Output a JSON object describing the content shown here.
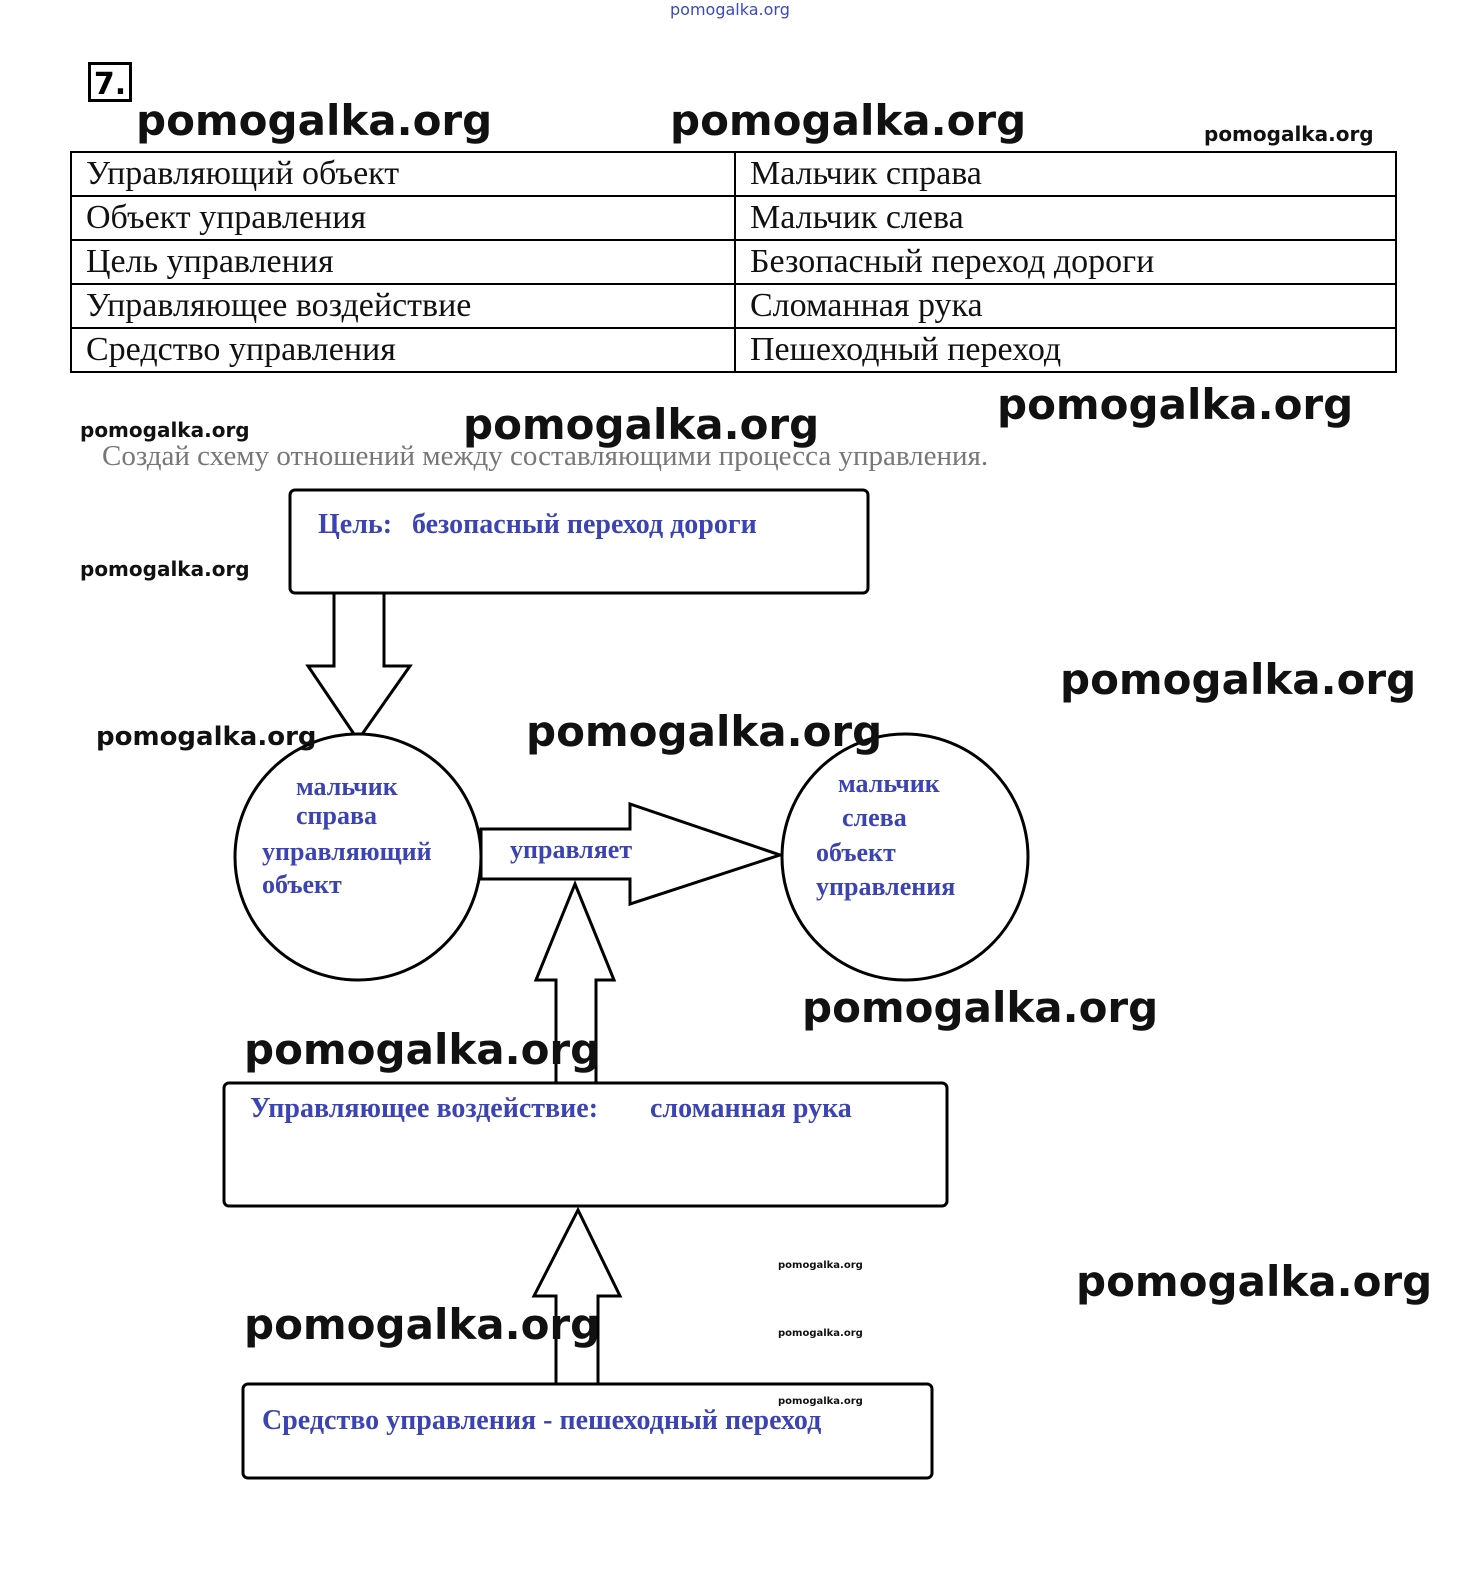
{
  "header": {
    "top_watermark": "pomogalka.org",
    "task_number": "7."
  },
  "table": {
    "rows": [
      {
        "term": "Управляющий объект",
        "value": "Мальчик справа"
      },
      {
        "term": "Объект управления",
        "value": "Мальчик слева"
      },
      {
        "term": "Цель управления",
        "value": "Безопасный переход дороги"
      },
      {
        "term": "Управляющее воздействие",
        "value": "Сломанная рука"
      },
      {
        "term": "Средство управления",
        "value": "Пешеходный переход"
      }
    ]
  },
  "instruction": "Создай схему отношений между составляющими процесса управления.",
  "diagram": {
    "goal_label": "Цель:",
    "goal_value": "безопасный переход дороги",
    "left_circle": [
      "мальчик",
      "справа",
      "управляющий",
      "объект"
    ],
    "arrow_label": "управляет",
    "right_circle": [
      "мальчик",
      "слева",
      "объект",
      "управления"
    ],
    "influence_label": "Управляющее воздействие:",
    "influence_value": "сломанная рука",
    "means_text": "Средство управления - пешеходный переход"
  },
  "watermarks": {
    "text": "pomogalka.org"
  },
  "colors": {
    "diagram_text": "#3c44b4",
    "instruction": "#777777"
  }
}
